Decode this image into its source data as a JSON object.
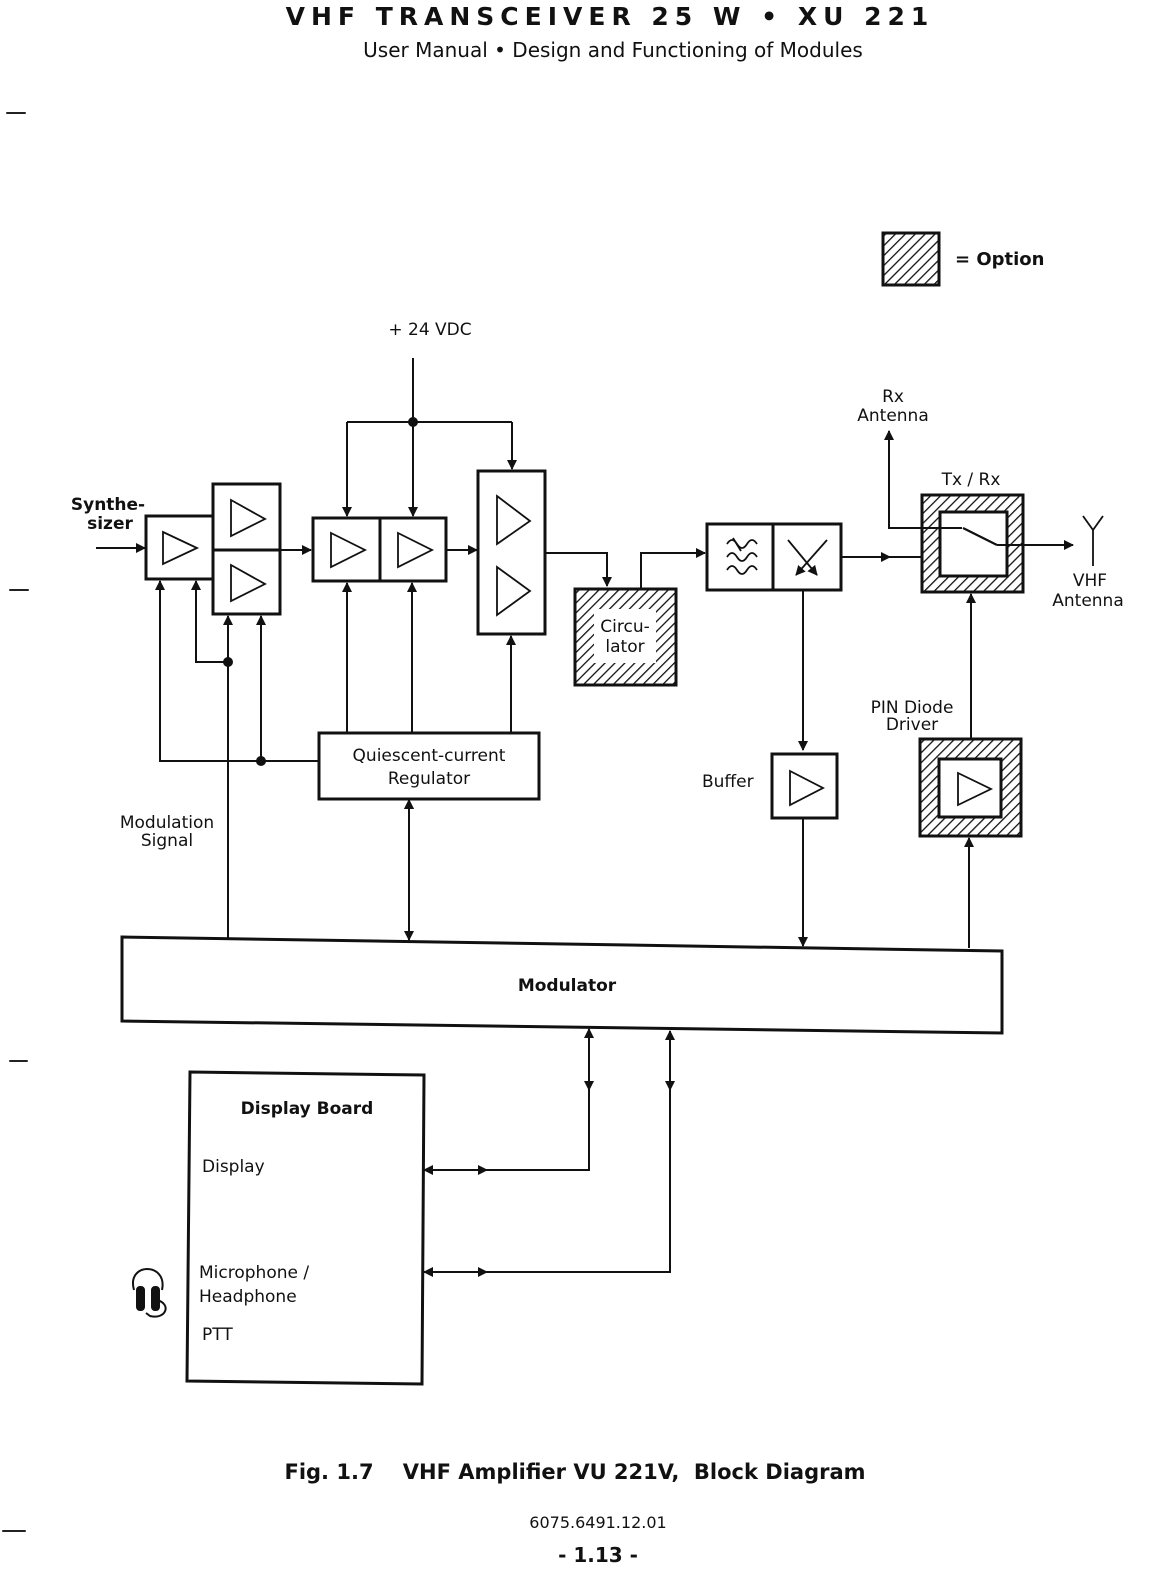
{
  "header": {
    "title": "VHF TRANSCEIVER 25 W • XU 221",
    "subtitle": "User Manual • Design and Functioning of Modules"
  },
  "legend": {
    "symbol": "hatched-box",
    "label": "= Option"
  },
  "diagram": {
    "power_label": "+ 24 VDC",
    "synthesizer_label_line1": "Synthe-",
    "synthesizer_label_line2": "sizer",
    "circulator_line1": "Circu-",
    "circulator_line2": "lator",
    "circulator_optional": true,
    "rx_antenna_line1": "Rx",
    "rx_antenna_line2": "Antenna",
    "txrx_label": "Tx / Rx",
    "txrx_optional": true,
    "vhf_antenna_line1": "VHF",
    "vhf_antenna_line2": "Antenna",
    "pin_driver_line1": "PIN Diode",
    "pin_driver_line2": "Driver",
    "pin_driver_optional": true,
    "buffer_label": "Buffer",
    "regulator_line1": "Quiescent-current",
    "regulator_line2": "Regulator",
    "modulation_line1": "Modulation",
    "modulation_line2": "Signal",
    "modulator_label": "Modulator",
    "display_board": {
      "title": "Display Board",
      "items": [
        "Display",
        "Microphone /",
        "Headphone",
        "PTT"
      ]
    },
    "icons": [
      "amplifier-triangle-icon",
      "lowpass-filter-icon",
      "directional-coupler-icon",
      "switch-icon",
      "antenna-icon",
      "headset-icon"
    ]
  },
  "footer": {
    "caption": "Fig. 1.7    VHF Amplifier VU 221V,  Block Diagram",
    "doc_number": "6075.6491.12.01",
    "page": "- 1.13 -"
  }
}
